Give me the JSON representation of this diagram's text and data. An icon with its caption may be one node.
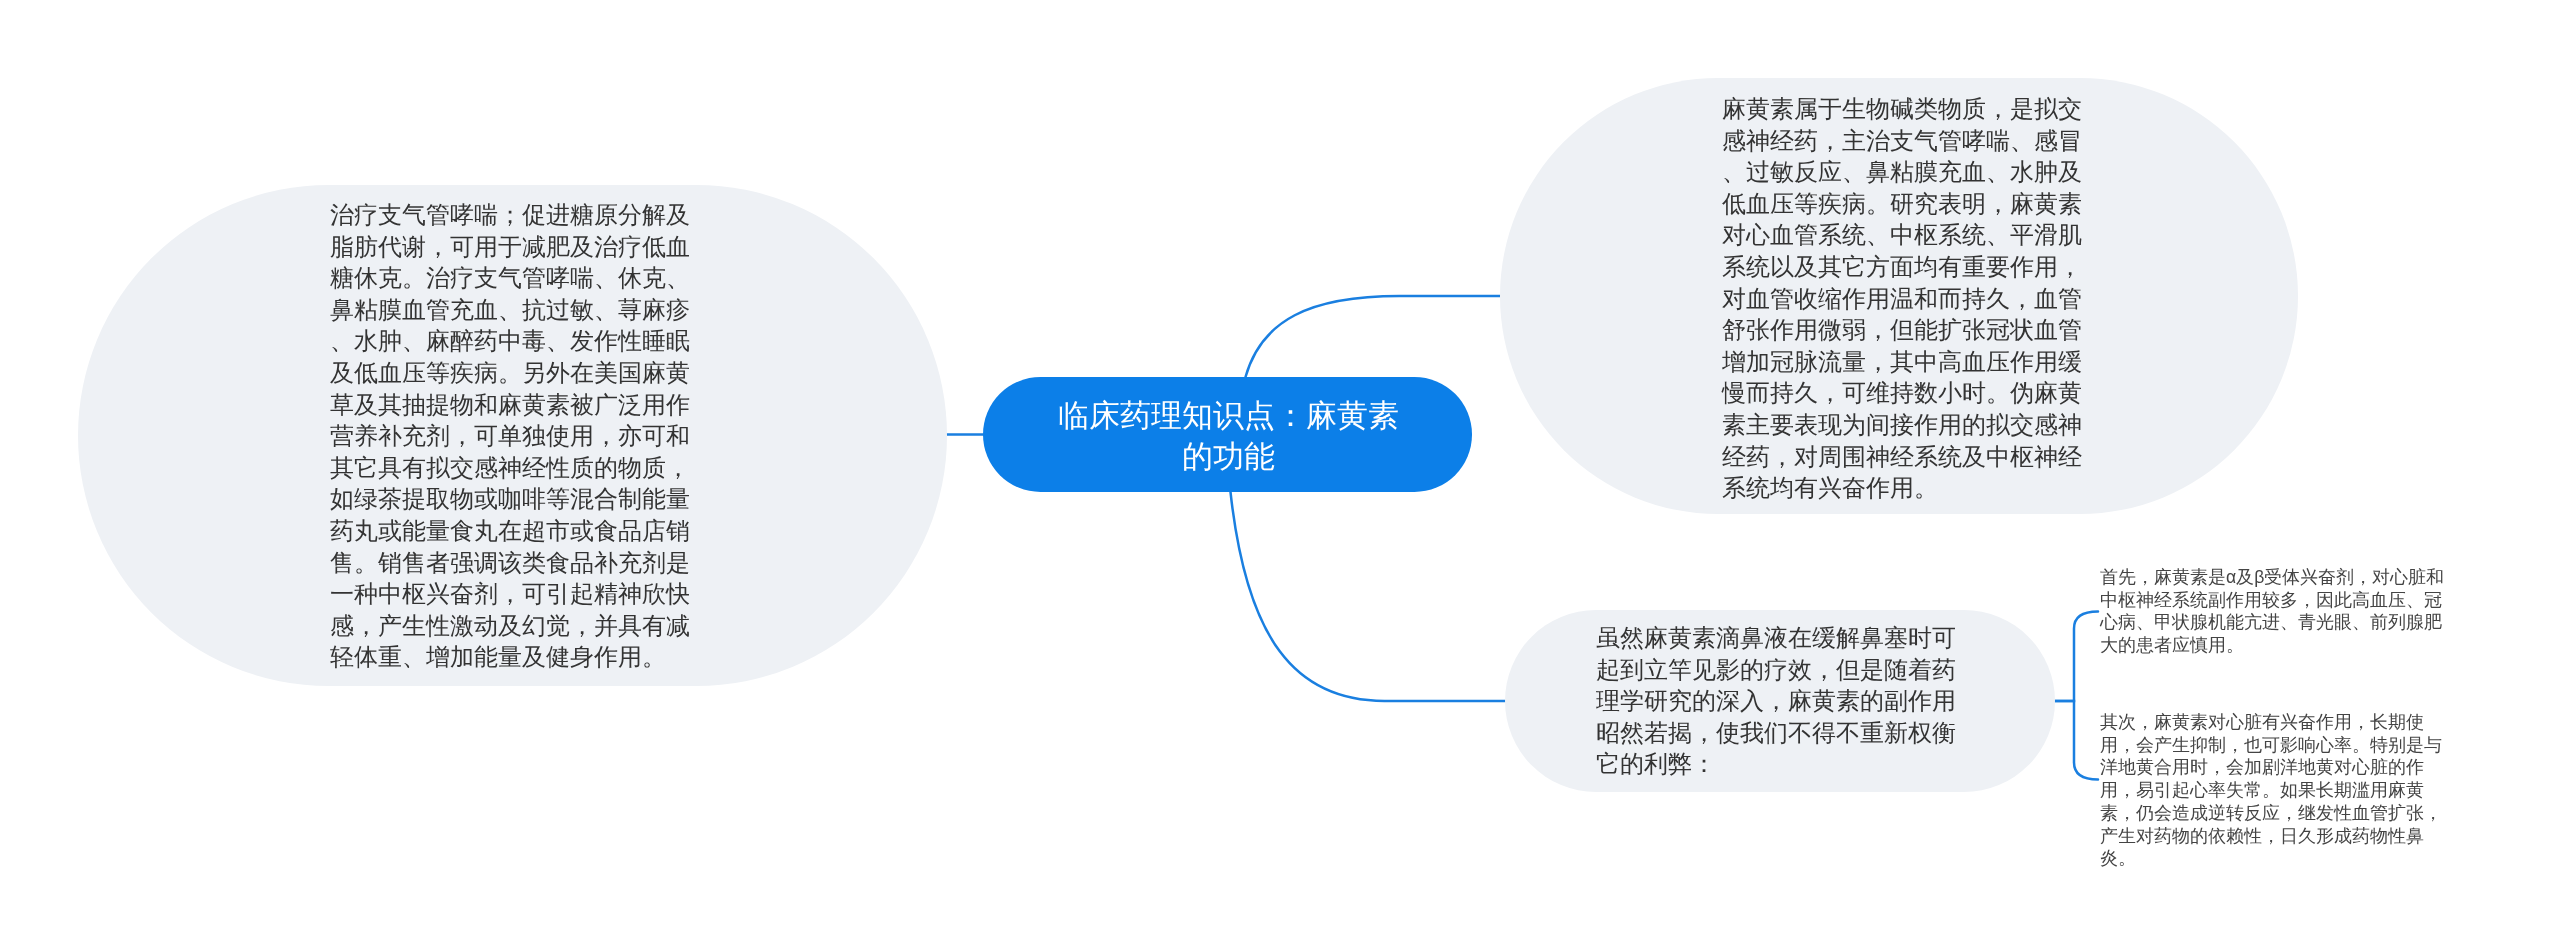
{
  "diagram": {
    "nodes": [
      {
        "text": [
          "临床药理知识点：麻黄素的功能"
        ]
      },
      {
        "text": [
          "治疗支气管哮喘；促进糖原分解及脂肪代谢，可用于减肥及治疗低血糖休克。治疗支气管哮喘、休克、鼻粘膜血管充血、抗过敏、荨麻疹、水肿、麻醉药中毒、发作性睡眠及低血压等疾病。另外在美国麻黄草及其抽提物和麻黄素被广泛用作营养补充剂，可单独使用，亦可和其它具有拟交感神经性质的物质，如绿茶提取物或咖啡等混合制能量药丸或能量食丸在超市或食品店销售。销售者强调该类食品补充剂是一种中枢兴奋剂，可引起精神欣快感，产生性激动及幻觉，并具有减轻体重、增加能量及健身作用。"
        ]
      },
      {
        "text": [
          "麻黄素属于生物碱类物质，是拟交感神经药，主治支气管哮喘、感冒、过敏反应、鼻粘膜充血、水肿及低血压等疾病。研究表明，麻黄素对心血管系统、中枢系统、平滑肌系统以及其它方面均有重要作用，对血管收缩作用温和而持久，血管舒张作用微弱，但能扩张冠状血管增加冠脉流量，其中高血压作用缓慢而持久，可维持数小时。伪麻黄素主要表现为间接作用的拟交感神经药，对周围神经系统及中枢神经系统均有兴奋作用。"
        ]
      },
      {
        "text": [
          "虽然麻黄素滴鼻液在缓解鼻塞时可起到立竿见影的疗效，但是随着药理学研究的深入，麻黄素的副作用昭然若揭，使我们不得不重新权衡它的利弊："
        ]
      },
      {
        "text": [
          "首先，麻黄素是α及β受体兴奋剂，对心脏和中枢神经系统副作用较多，因此高血压、冠心病、甲状腺机能亢进、青光眼、前列腺肥大的患者应慎用。"
        ]
      },
      {
        "text": [
          "其次，麻黄素对心脏有兴奋作用，长期使用，会产生抑制，也可影响心率。特别是与洋地黄合用时，会加剧洋地黄对心脏的作用，易引起心率失常。如果长期滥用麻黄素，仍会造成逆转反应，继发性血管扩张，产生对药物的依赖性，日久形成药物性鼻炎。"
        ]
      }
    ],
    "edges": [
      {
        "from": 0,
        "to": 1,
        "arrow": "none"
      },
      {
        "from": 0,
        "to": 2,
        "arrow": "none"
      },
      {
        "from": 0,
        "to": 3,
        "arrow": "none"
      },
      {
        "from": 3,
        "to": 4,
        "arrow": "none"
      },
      {
        "from": 3,
        "to": 5,
        "arrow": "none"
      }
    ]
  }
}
